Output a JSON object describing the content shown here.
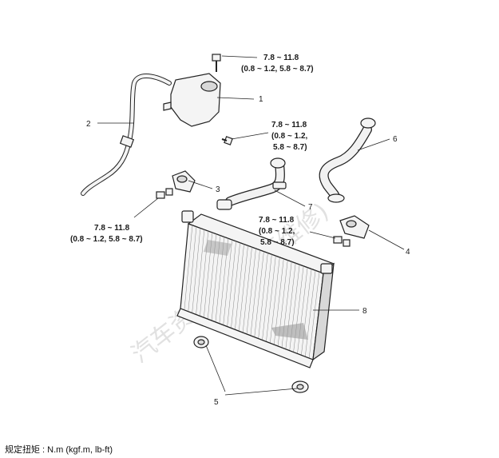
{
  "callouts": {
    "c1": "1",
    "c2": "2",
    "c3": "3",
    "c4": "4",
    "c5": "5",
    "c6": "6",
    "c7": "7",
    "c8": "8"
  },
  "torques": {
    "t1": {
      "line1": "7.8 ~ 11.8",
      "line2": "(0.8 ~ 1.2, 5.8 ~ 8.7)"
    },
    "t2": {
      "line1": "7.8 ~ 11.8",
      "line2": "(0.8 ~ 1.2,",
      "line3": "5.8 ~ 8.7)"
    },
    "t3": {
      "line1": "7.8 ~ 11.8",
      "line2": "(0.8 ~ 1.2, 5.8 ~ 8.7)"
    },
    "t4": {
      "line1": "7.8 ~ 11.8",
      "line2": "(0.8 ~ 1.2,",
      "line3": "5.8 ~ 8.7)"
    }
  },
  "watermark": "汽车资料论坛 (慎维修)",
  "footer": "规定扭矩 : N.m (kgf.m, lb-ft)"
}
